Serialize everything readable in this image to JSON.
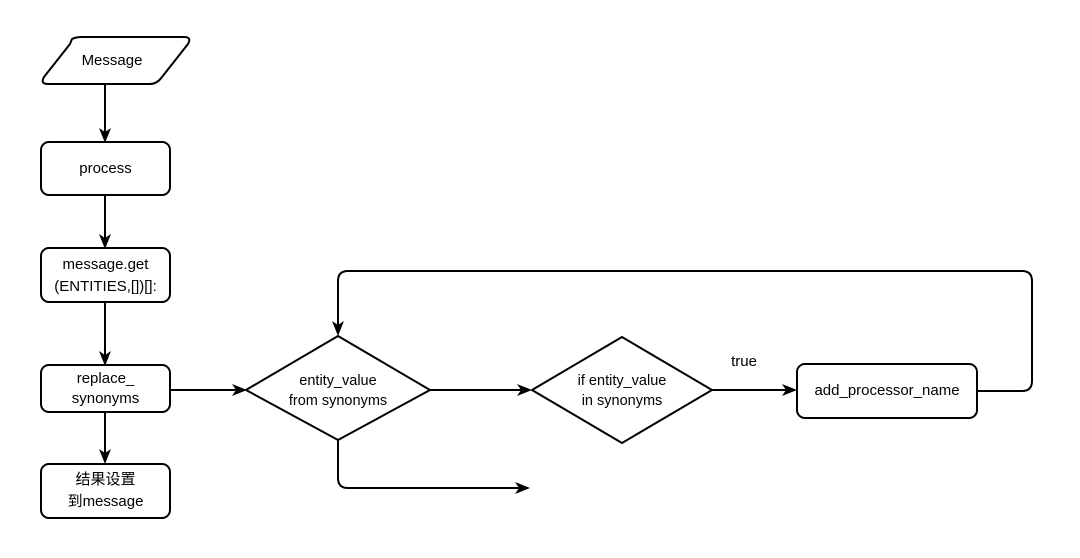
{
  "diagram": {
    "type": "flowchart",
    "background_color": "#ffffff",
    "stroke_color": "#000000",
    "text_color": "#000000",
    "nodes": {
      "message": {
        "label": "Message",
        "shape": "parallelogram"
      },
      "process": {
        "label": "process",
        "shape": "rounded-rect"
      },
      "message_get": {
        "line1": "message.get",
        "line2": "(ENTITIES,[])[]:",
        "shape": "rounded-rect"
      },
      "replace_synonyms": {
        "line1": "replace_",
        "line2": "synonyms",
        "shape": "rounded-rect"
      },
      "result_set": {
        "line1": "结果设置",
        "line2": "到message",
        "shape": "rounded-rect"
      },
      "entity_value_from_synonyms": {
        "line1": "entity_value",
        "line2": "from synonyms",
        "shape": "diamond"
      },
      "if_entity_value_in_synonyms": {
        "line1": "if entity_value",
        "line2": "in synonyms",
        "shape": "diamond"
      },
      "add_processor_name": {
        "label": "add_processor_name",
        "shape": "rounded-rect"
      }
    },
    "edges": [
      {
        "id": "message-to-process",
        "from": "message",
        "to": "process",
        "label": ""
      },
      {
        "id": "process-to-message-get",
        "from": "process",
        "to": "message_get",
        "label": ""
      },
      {
        "id": "message-get-to-replace-synonyms",
        "from": "message_get",
        "to": "replace_synonyms",
        "label": ""
      },
      {
        "id": "replace-synonyms-to-result-set",
        "from": "replace_synonyms",
        "to": "result_set",
        "label": ""
      },
      {
        "id": "replace-synonyms-to-entity-value",
        "from": "replace_synonyms",
        "to": "entity_value_from_synonyms",
        "label": ""
      },
      {
        "id": "entity-value-to-if-entity-value",
        "from": "entity_value_from_synonyms",
        "to": "if_entity_value_in_synonyms",
        "label": ""
      },
      {
        "id": "if-entity-value-to-add-processor-name",
        "from": "if_entity_value_in_synonyms",
        "to": "add_processor_name",
        "label": "true"
      },
      {
        "id": "add-processor-name-loop-back",
        "from": "add_processor_name",
        "to": "entity_value_from_synonyms",
        "label": ""
      },
      {
        "id": "entity-value-exit",
        "from": "entity_value_from_synonyms",
        "to": "",
        "label": ""
      }
    ]
  }
}
